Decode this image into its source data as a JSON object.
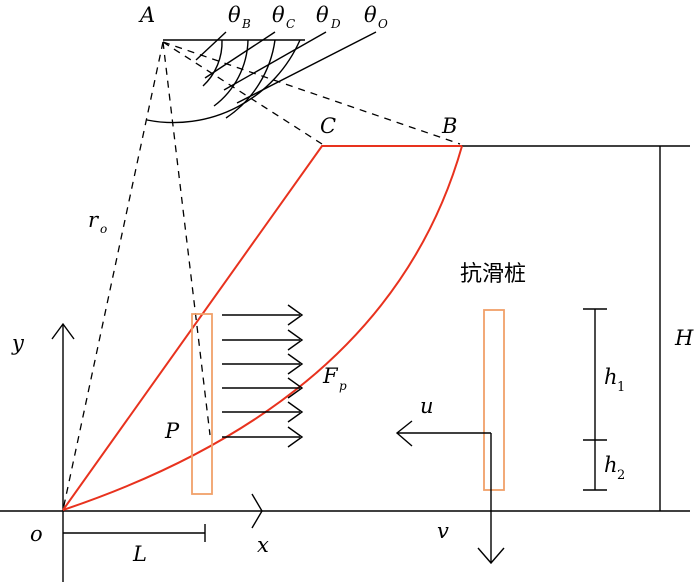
{
  "diagram": {
    "labels": {
      "A": "A",
      "B": "B",
      "C": "C",
      "P": "P",
      "o": "o",
      "x": "x",
      "y": "y",
      "u": "u",
      "v": "v",
      "L": "L",
      "H": "H",
      "ro_main": "r",
      "ro_sub": "o",
      "Fp_main": "F",
      "Fp_sub": "p",
      "h1_main": "h",
      "h1_sub": "1",
      "h2_main": "h",
      "h2_sub": "2",
      "pile_label": "抗滑桩"
    },
    "angles": [
      {
        "main": "θ",
        "sub": "B"
      },
      {
        "main": "θ",
        "sub": "C"
      },
      {
        "main": "θ",
        "sub": "D"
      },
      {
        "main": "θ",
        "sub": "O"
      }
    ],
    "colors": {
      "slope_outline": "#e8321e",
      "pile": "#f0a06a",
      "lines": "#000000"
    }
  }
}
